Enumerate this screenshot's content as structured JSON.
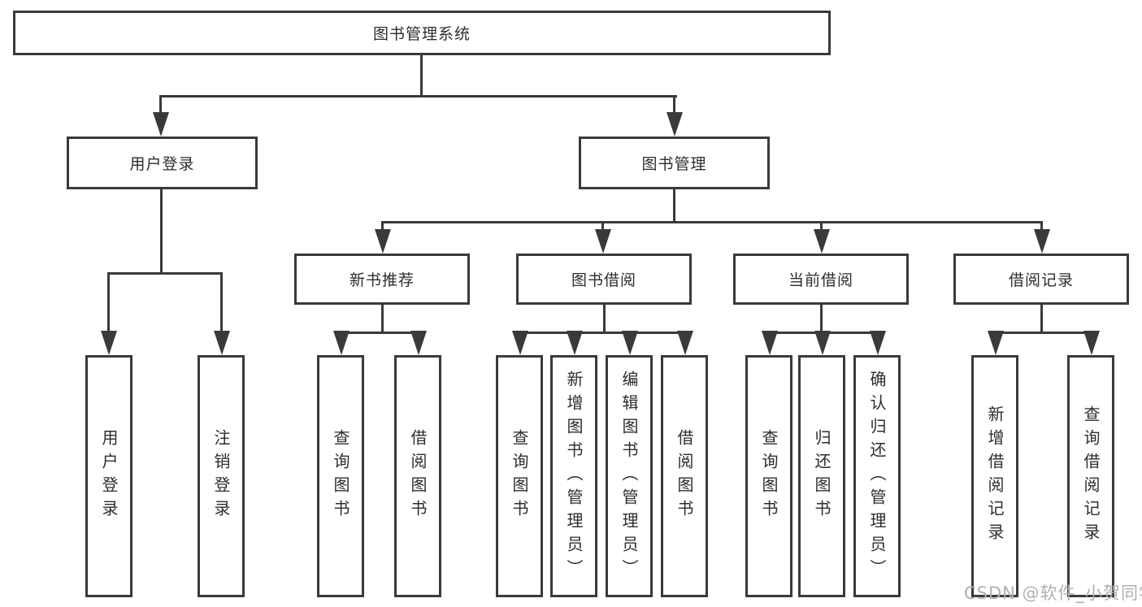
{
  "nodes": {
    "root": "图书管理系统",
    "l2_user_login": "用户登录",
    "l2_book_mgmt": "图书管理",
    "l3_new_book": "新书推荐",
    "l3_book_borrow": "图书借阅",
    "l3_current_borrow": "当前借阅",
    "l3_borrow_record": "借阅记录",
    "leaf_user_login": "用户登录",
    "leaf_logout": "注销登录",
    "leaf_nb_query": "查询图书",
    "leaf_nb_borrow": "借阅图书",
    "leaf_bb_query": "查询图书",
    "leaf_bb_add": "新增图书（管理员）",
    "leaf_bb_edit": "编辑图书（管理员）",
    "leaf_bb_borrow": "借阅图书",
    "leaf_cb_query": "查询图书",
    "leaf_cb_return": "归还图书",
    "leaf_cb_confirm": "确认归还（管理员）",
    "leaf_br_add": "新增借阅记录",
    "leaf_br_query": "查询借阅记录"
  },
  "hierarchy": {
    "图书管理系统": [
      "用户登录",
      "图书管理"
    ],
    "用户登录": [
      "用户登录",
      "注销登录"
    ],
    "图书管理": [
      "新书推荐",
      "图书借阅",
      "当前借阅",
      "借阅记录"
    ],
    "新书推荐": [
      "查询图书",
      "借阅图书"
    ],
    "图书借阅": [
      "查询图书",
      "新增图书（管理员）",
      "编辑图书（管理员）",
      "借阅图书"
    ],
    "当前借阅": [
      "查询图书",
      "归还图书",
      "确认归还（管理员）"
    ],
    "借阅记录": [
      "新增借阅记录",
      "查询借阅记录"
    ]
  },
  "watermark": "CSDN @软件_小贺同学",
  "colors": {
    "line": "#3a3a3a",
    "text": "#2d2d2d",
    "watermark": "#b0b0b0",
    "background": "#ffffff"
  }
}
